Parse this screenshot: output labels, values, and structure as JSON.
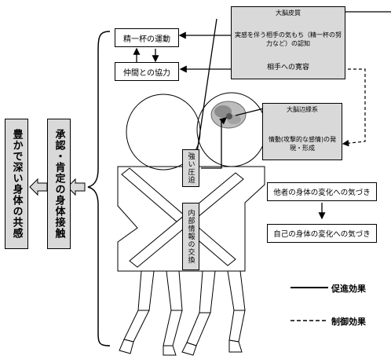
{
  "left_panels": {
    "sympathy": "豊かで深い身体の共感",
    "contact": "承認・肯定の身体接触"
  },
  "left_boxes": {
    "effort": "精一杯の運動",
    "cooperation": "仲間との協力"
  },
  "cortex": {
    "title": "大脳皮質",
    "recognition": "実感を伴う相手の気もち（精一杯の努力など）の認知",
    "tolerance": "相手への寛容"
  },
  "limbic": {
    "title": "大脳辺縁系",
    "emotion": "情動(攻撃的な感情)の発現・形成"
  },
  "middle": {
    "pressure": "強い圧迫",
    "exchange": "内部情報の交換"
  },
  "awareness": {
    "others": "他者の身体の変化への気づき",
    "self": "自己の身体の変化への気づき"
  },
  "legend": {
    "promote": "促進効果",
    "inhibit": "制御効果"
  }
}
